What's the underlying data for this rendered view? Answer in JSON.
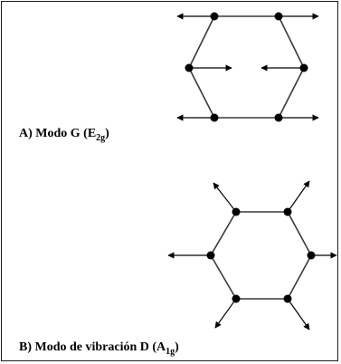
{
  "panel_a": {
    "label": "A) Modo G (E",
    "sub": "2g",
    "close": ")"
  },
  "panel_b": {
    "label": "B) Modo de vibración D (A",
    "sub": "1g",
    "close": ")"
  },
  "colors": {
    "ink": "#000000",
    "line": "#3a3a3a"
  }
}
